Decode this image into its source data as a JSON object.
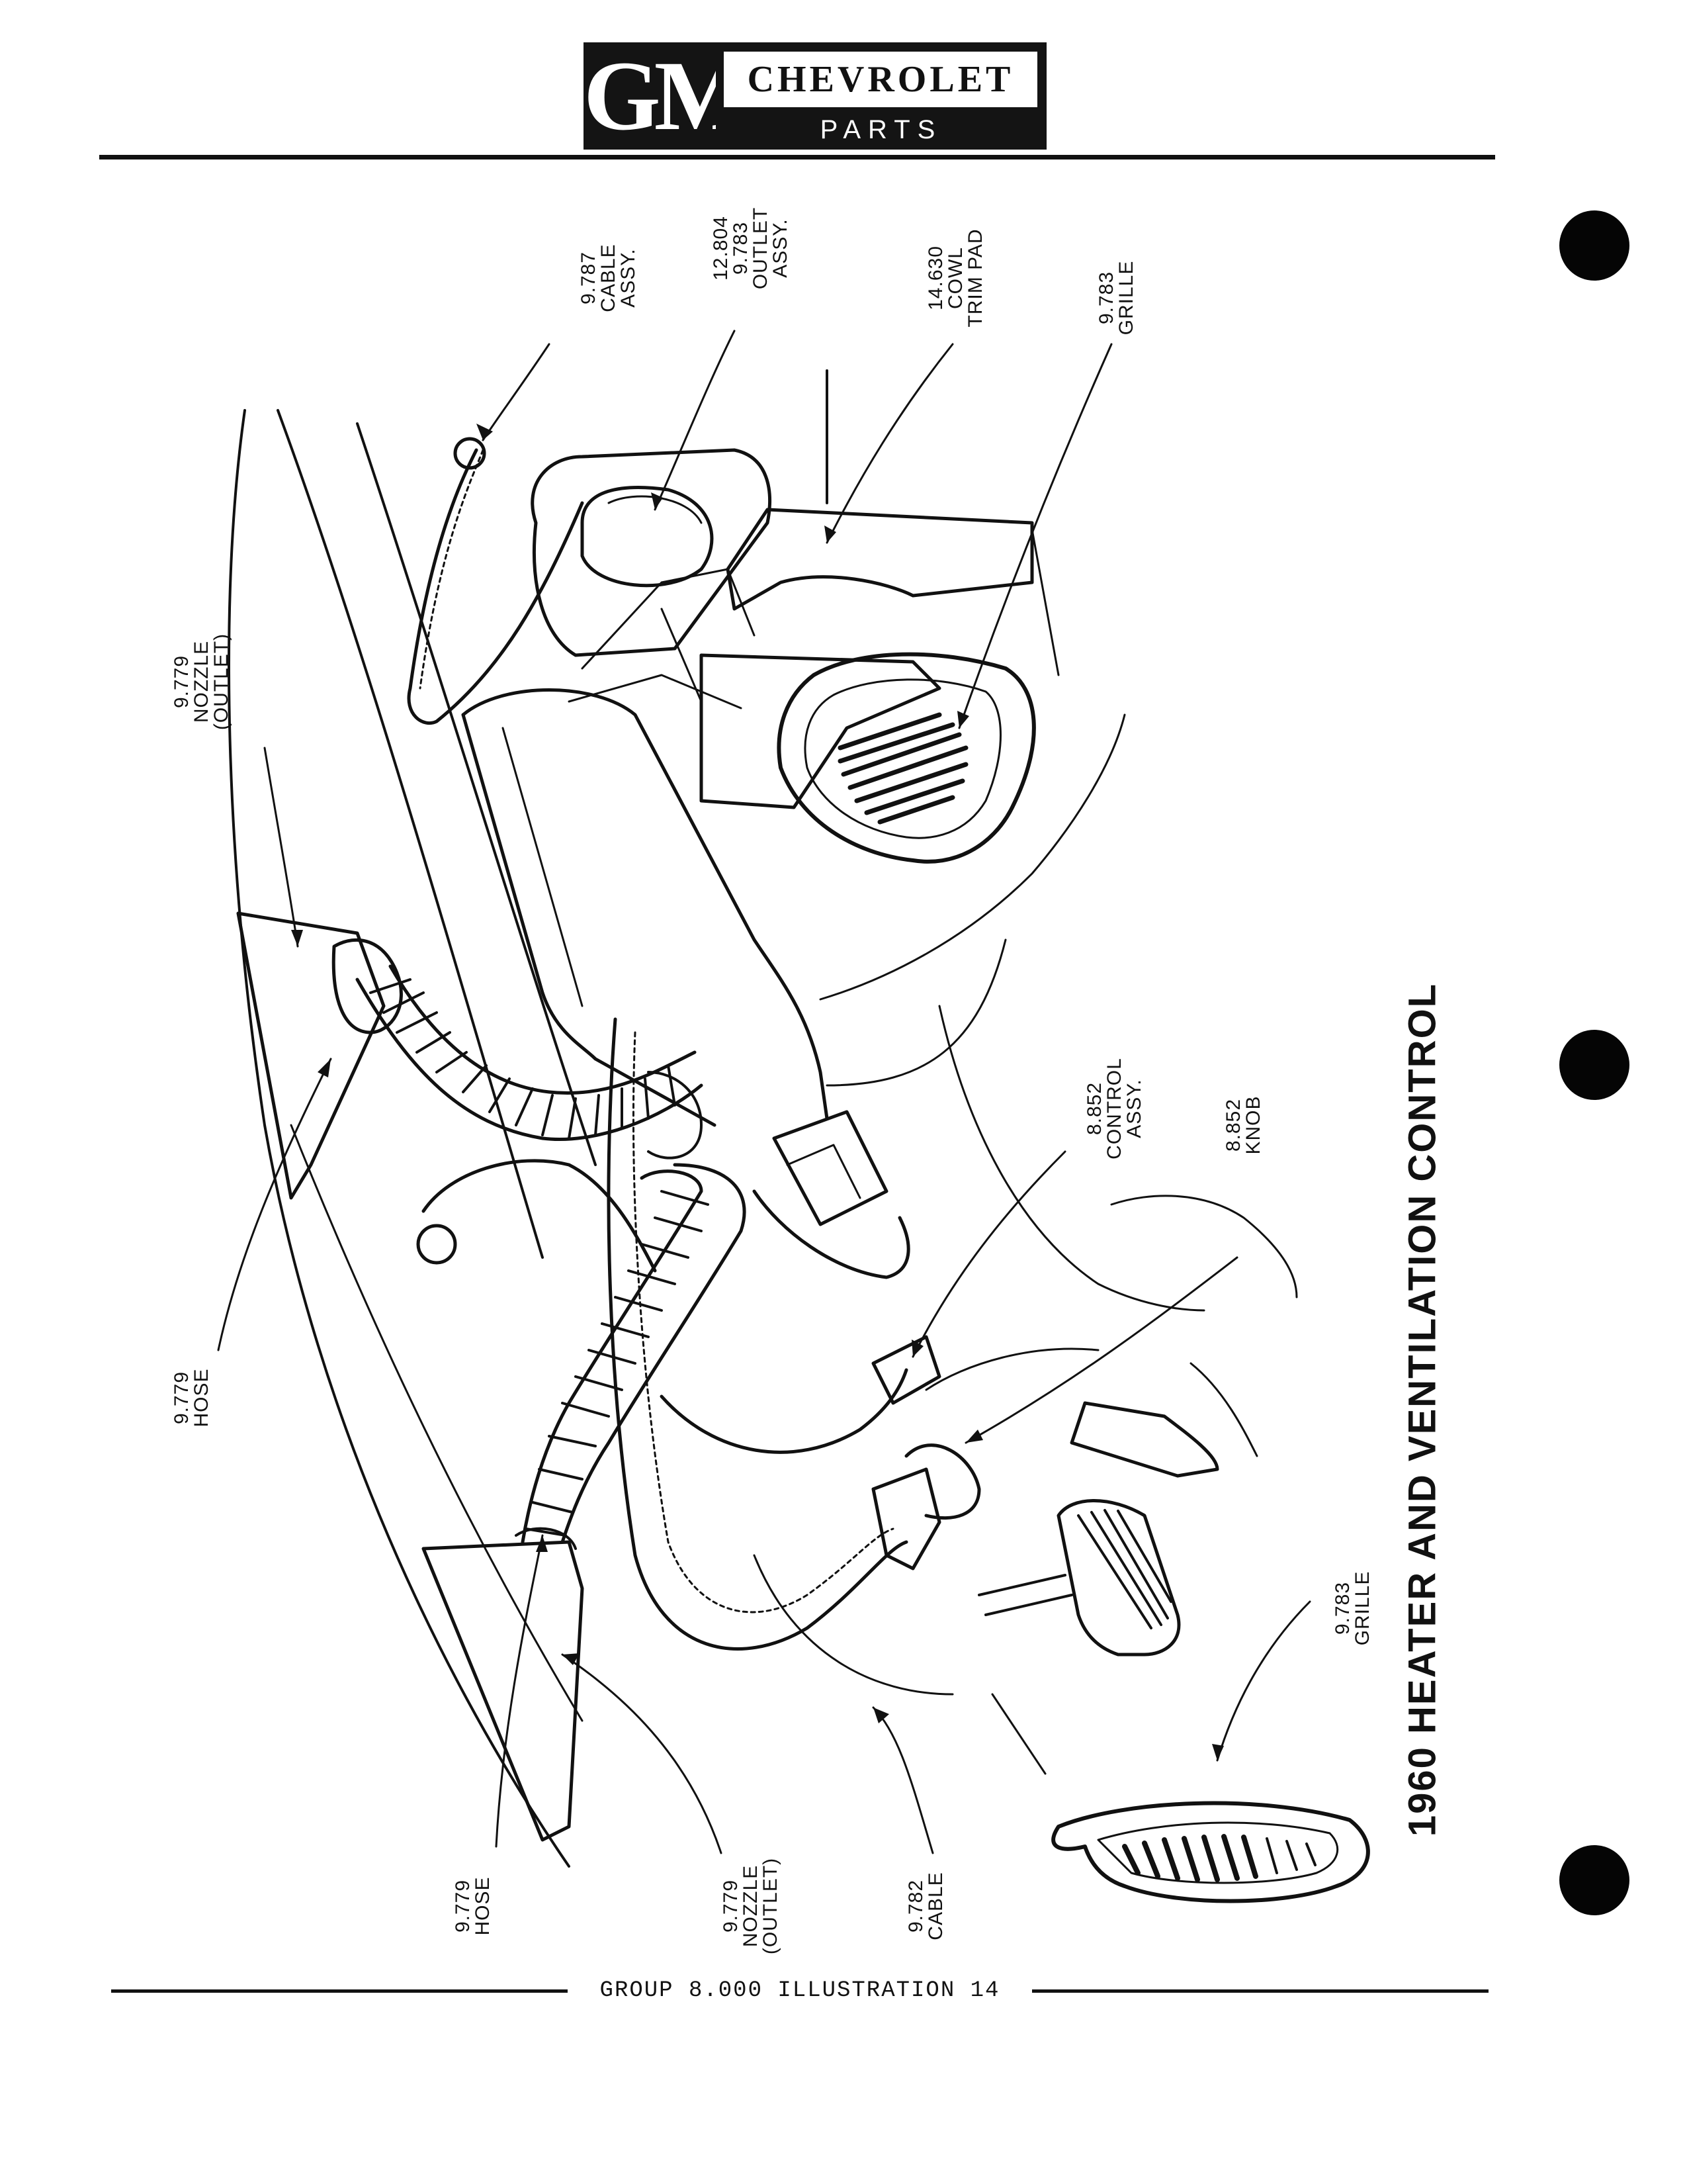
{
  "header": {
    "logo_text": "GM",
    "brand": "CHEVROLET",
    "subtitle": "PARTS CATALOGUE"
  },
  "title": "1960 HEATER AND VENTILATION CONTROL",
  "footer": "GROUP 8.000 ILLUSTRATION 14",
  "labels": {
    "cable_assy": {
      "num": "9.787",
      "l1": "CABLE",
      "l2": "ASSY."
    },
    "outlet_assy": {
      "num1": "12.804",
      "num2": "9.783",
      "l1": "OUTLET",
      "l2": "ASSY."
    },
    "cowl_trim_pad": {
      "num": "14.630",
      "l1": "COWL",
      "l2": "TRIM PAD"
    },
    "grille_top": {
      "num": "9.783",
      "l1": "GRILLE"
    },
    "nozzle_top": {
      "num": "9.779",
      "l1": "NOZZLE",
      "l2": "(OUTLET)"
    },
    "hose_upper": {
      "num": "9.779",
      "l1": "HOSE"
    },
    "control_assy": {
      "num": "8.852",
      "l1": "CONTROL",
      "l2": "ASSY."
    },
    "knob": {
      "num": "8.852",
      "l1": "KNOB"
    },
    "grille_bottom": {
      "num": "9.783",
      "l1": "GRILLE"
    },
    "hose_lower": {
      "num": "9.779",
      "l1": "HOSE"
    },
    "nozzle_bottom": {
      "num": "9.779",
      "l1": "NOZZLE",
      "l2": "(OUTLET)"
    },
    "cable": {
      "num": "9.782",
      "l1": "CABLE"
    }
  }
}
